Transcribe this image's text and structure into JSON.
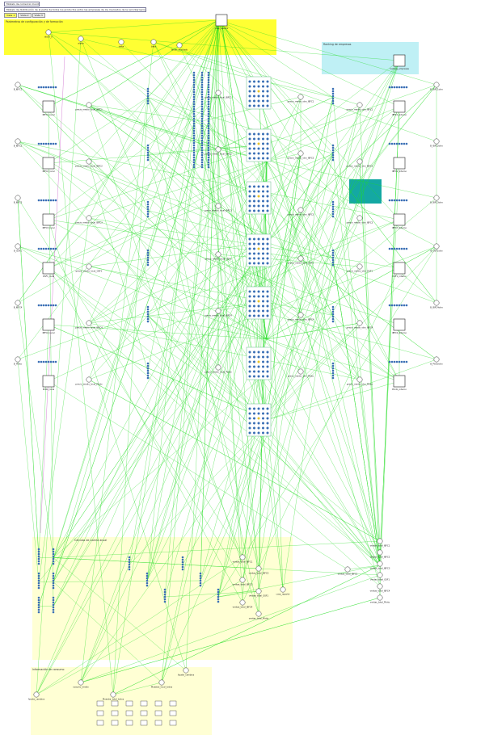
{
  "window": {
    "title": "Modelo de comercio mundial",
    "subtitle": "Modelo de distribución de la parte de todos los productos entre las empresas de los mercados de la red internacional"
  },
  "tabs": [
    {
      "label": "Vista 1"
    },
    {
      "label": "Vista 2"
    },
    {
      "label": "Vista 3"
    }
  ],
  "regions": {
    "config": "Parámetros de configuración y de formación",
    "ranking": "Ranking de empresas",
    "totals": "Cálculos de cuenta anual",
    "consume": "Información de consumo"
  },
  "colors": {
    "config": "#ffff33",
    "ranking": "#bff0f5",
    "teal": "#14a8a3",
    "totals": "#ffffd4",
    "consume": "#ffffd4",
    "link": "#22dd22",
    "node": "#3a6fb5",
    "accent_link": "#cc66cc"
  },
  "nodes": {
    "top_stocks": [
      "cosa_repartir",
      "ranking_empresas"
    ],
    "config_aux": [
      "stock_0",
      "alpha",
      "delta",
      "beta",
      "factor_mercado"
    ],
    "left_stocks": [
      "IBFC1_local",
      "IBFC2_local",
      "IBFC3_local",
      "OSF1_local",
      "IBFC4_local",
      "Piloto_local"
    ],
    "right_stocks": [
      "IBFC1_interno",
      "IBFC2_interno",
      "IBFC3_interno",
      "OSF1_interno",
      "IBFC4_interno",
      "Piloto_interno"
    ],
    "left_inputs": [
      "B_IBFC1",
      "B_IBFC2",
      "B_IBFC3",
      "B_OSF1",
      "B_IBFC4",
      "B_Piloto"
    ],
    "right_inputs": [
      "B_IBFC1otro",
      "B_IBFC2otro",
      "B_IBFC3otro",
      "B_OSF1otro",
      "B_IBFC4otro",
      "B_Pilotootro"
    ],
    "center_aux": [
      "precio_medio_local_IBFC1",
      "precio_medio_local_IBFC2",
      "precio_medio_local_IBFC3",
      "precio_medio_local_OSF1",
      "precio_medio_local_IBFC4",
      "precio_medio_local_Piloto"
    ],
    "right_aux": [
      "precio_medio_otro_IBFC1",
      "precio_medio_otro_IBFC2",
      "precio_medio_otro_IBFC3",
      "precio_medio_otro_OSF1",
      "precio_medio_otro_IBFC4",
      "precio_medio_otro_Piloto"
    ],
    "totals": [
      "ventas_total_IBFC1",
      "ventas_total_IBFC2",
      "ventas_total_IBFC3",
      "ventas_total_OSF1",
      "ventas_total_IBFC4",
      "ventas_total_Piloto"
    ],
    "consume": [
      "Ajuste_cambios",
      "cosumo_medio",
      "Muestra_total_todos",
      "Muestra_local_todos"
    ]
  }
}
